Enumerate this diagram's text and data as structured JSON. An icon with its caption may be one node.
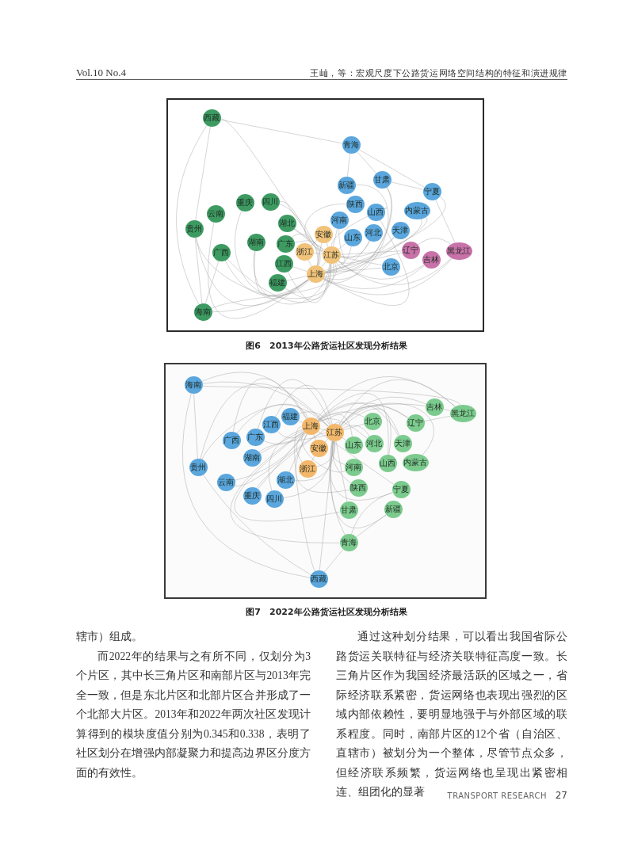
{
  "diagram": {
    "nodes": [
      {
        "text": [
          "西藏"
        ]
      },
      {
        "text": [
          "青海"
        ]
      },
      {
        "text": [
          "甘肃"
        ]
      },
      {
        "text": [
          "新疆"
        ]
      },
      {
        "text": [
          "宁夏"
        ]
      },
      {
        "text": [
          "四川"
        ]
      },
      {
        "text": [
          "重庆"
        ]
      },
      {
        "text": [
          "云南"
        ]
      },
      {
        "text": [
          "陕西"
        ]
      },
      {
        "text": [
          "山西"
        ]
      },
      {
        "text": [
          "内蒙古"
        ]
      },
      {
        "text": [
          "湖北"
        ]
      },
      {
        "text": [
          "河南"
        ]
      },
      {
        "text": [
          "贵州"
        ]
      },
      {
        "text": [
          "山东"
        ]
      },
      {
        "text": [
          "河北"
        ]
      },
      {
        "text": [
          "天津"
        ]
      },
      {
        "text": [
          "湖南"
        ]
      },
      {
        "text": [
          "广东"
        ]
      },
      {
        "text": [
          "安徽"
        ]
      },
      {
        "text": [
          "浙江"
        ]
      },
      {
        "text": [
          "江苏"
        ]
      },
      {
        "text": [
          "广西"
        ]
      },
      {
        "text": [
          "辽宁"
        ]
      },
      {
        "text": [
          "吉林"
        ]
      },
      {
        "text": [
          "黑龙江"
        ]
      },
      {
        "text": [
          "江西"
        ]
      },
      {
        "text": [
          "上海"
        ]
      },
      {
        "text": [
          "北京"
        ]
      },
      {
        "text": [
          "福建"
        ]
      },
      {
        "text": [
          "海南"
        ]
      },
      {
        "text": [
          "海南"
        ]
      },
      {
        "text": [
          "吉林"
        ]
      },
      {
        "text": [
          "黑龙江"
        ]
      },
      {
        "text": [
          "福建"
        ]
      },
      {
        "text": [
          "江西"
        ]
      },
      {
        "text": [
          "北京"
        ]
      },
      {
        "text": [
          "辽宁"
        ]
      },
      {
        "text": [
          "上海"
        ]
      },
      {
        "text": [
          "安徽"
        ]
      },
      {
        "text": [
          "江苏"
        ]
      },
      {
        "text": [
          "广西"
        ]
      },
      {
        "text": [
          "广东"
        ]
      },
      {
        "text": [
          "山东"
        ]
      },
      {
        "text": [
          "河北"
        ]
      },
      {
        "text": [
          "天津"
        ]
      },
      {
        "text": [
          "浙江"
        ]
      },
      {
        "text": [
          "湖南"
        ]
      },
      {
        "text": [
          "内蒙古"
        ]
      },
      {
        "text": [
          "贵州"
        ]
      },
      {
        "text": [
          "湖北"
        ]
      },
      {
        "text": [
          "河南"
        ]
      },
      {
        "text": [
          "山西"
        ]
      },
      {
        "text": [
          "陕西"
        ]
      },
      {
        "text": [
          "云南"
        ]
      },
      {
        "text": [
          "重庆"
        ]
      },
      {
        "text": [
          "四川"
        ]
      },
      {
        "text": [
          "宁夏"
        ]
      },
      {
        "text": [
          "甘肃"
        ]
      },
      {
        "text": [
          "新疆"
        ]
      },
      {
        "text": [
          "青海"
        ]
      },
      {
        "text": [
          "西藏"
        ]
      }
    ],
    "edges": [
      {
        "from": 0,
        "to": 21,
        "arrow": "none"
      },
      {
        "from": 2,
        "to": 27,
        "arrow": "none"
      },
      {
        "from": 2,
        "to": 21,
        "arrow": "none"
      },
      {
        "from": 3,
        "to": 27,
        "arrow": "none"
      },
      {
        "from": 4,
        "to": 27,
        "arrow": "none"
      },
      {
        "from": 5,
        "to": 27,
        "arrow": "none"
      },
      {
        "from": 5,
        "to": 21,
        "arrow": "none"
      },
      {
        "from": 6,
        "to": 27,
        "arrow": "none"
      },
      {
        "from": 7,
        "to": 27,
        "arrow": "none"
      },
      {
        "from": 8,
        "to": 21,
        "arrow": "none"
      },
      {
        "from": 9,
        "to": 27,
        "arrow": "none"
      },
      {
        "from": 9,
        "to": 21,
        "arrow": "none"
      },
      {
        "from": 10,
        "to": 27,
        "arrow": "none"
      },
      {
        "from": 10,
        "to": 21,
        "arrow": "none"
      },
      {
        "from": 11,
        "to": 27,
        "arrow": "none"
      },
      {
        "from": 11,
        "to": 21,
        "arrow": "none"
      },
      {
        "from": 12,
        "to": 27,
        "arrow": "none"
      },
      {
        "from": 12,
        "to": 21,
        "arrow": "none"
      },
      {
        "from": 13,
        "to": 27,
        "arrow": "none"
      },
      {
        "from": 13,
        "to": 21,
        "arrow": "none"
      },
      {
        "from": 14,
        "to": 27,
        "arrow": "none"
      },
      {
        "from": 14,
        "to": 21,
        "arrow": "none"
      },
      {
        "from": 15,
        "to": 27,
        "arrow": "none"
      },
      {
        "from": 15,
        "to": 21,
        "arrow": "none"
      },
      {
        "from": 16,
        "to": 27,
        "arrow": "none"
      },
      {
        "from": 16,
        "to": 21,
        "arrow": "none"
      },
      {
        "from": 17,
        "to": 27,
        "arrow": "none"
      },
      {
        "from": 17,
        "to": 21,
        "arrow": "none"
      },
      {
        "from": 18,
        "to": 27,
        "arrow": "none"
      },
      {
        "from": 18,
        "to": 21,
        "arrow": "none"
      },
      {
        "from": 22,
        "to": 27,
        "arrow": "none"
      },
      {
        "from": 22,
        "to": 21,
        "arrow": "none"
      },
      {
        "from": 23,
        "to": 27,
        "arrow": "none"
      },
      {
        "from": 23,
        "to": 21,
        "arrow": "none"
      },
      {
        "from": 24,
        "to": 27,
        "arrow": "none"
      },
      {
        "from": 24,
        "to": 21,
        "arrow": "none"
      },
      {
        "from": 25,
        "to": 27,
        "arrow": "none"
      },
      {
        "from": 25,
        "to": 21,
        "arrow": "none"
      },
      {
        "from": 26,
        "to": 27,
        "arrow": "none"
      },
      {
        "from": 26,
        "to": 21,
        "arrow": "none"
      },
      {
        "from": 28,
        "to": 27,
        "arrow": "none"
      },
      {
        "from": 28,
        "to": 21,
        "arrow": "none"
      },
      {
        "from": 29,
        "to": 27,
        "arrow": "none"
      },
      {
        "from": 29,
        "to": 21,
        "arrow": "none"
      },
      {
        "from": 30,
        "to": 27,
        "arrow": "none"
      },
      {
        "from": 30,
        "to": 21,
        "arrow": "none"
      },
      {
        "from": 19,
        "to": 20,
        "arrow": "none"
      },
      {
        "from": 19,
        "to": 21,
        "arrow": "none"
      },
      {
        "from": 19,
        "to": 27,
        "arrow": "none"
      },
      {
        "from": 20,
        "to": 21,
        "arrow": "none"
      },
      {
        "from": 20,
        "to": 27,
        "arrow": "none"
      },
      {
        "from": 21,
        "to": 27,
        "arrow": "none"
      },
      {
        "from": 0,
        "to": 1,
        "arrow": "none"
      },
      {
        "from": 0,
        "to": 13,
        "arrow": "none"
      },
      {
        "from": 0,
        "to": 30,
        "arrow": "none"
      },
      {
        "from": 30,
        "to": 13,
        "arrow": "none"
      },
      {
        "from": 30,
        "to": 22,
        "arrow": "none"
      },
      {
        "from": 1,
        "to": 4,
        "arrow": "none"
      },
      {
        "from": 1,
        "to": 2,
        "arrow": "none"
      },
      {
        "from": 1,
        "to": 3,
        "arrow": "none"
      },
      {
        "from": 2,
        "to": 4,
        "arrow": "none"
      },
      {
        "from": 25,
        "to": 4,
        "arrow": "none"
      },
      {
        "from": 25,
        "to": 23,
        "arrow": "none"
      },
      {
        "from": 31,
        "to": 38,
        "arrow": "none"
      },
      {
        "from": 31,
        "to": 40,
        "arrow": "none"
      },
      {
        "from": 32,
        "to": 38,
        "arrow": "none"
      },
      {
        "from": 32,
        "to": 40,
        "arrow": "none"
      },
      {
        "from": 33,
        "to": 38,
        "arrow": "none"
      },
      {
        "from": 33,
        "to": 40,
        "arrow": "none"
      },
      {
        "from": 34,
        "to": 38,
        "arrow": "none"
      },
      {
        "from": 34,
        "to": 40,
        "arrow": "none"
      },
      {
        "from": 35,
        "to": 38,
        "arrow": "none"
      },
      {
        "from": 35,
        "to": 40,
        "arrow": "none"
      },
      {
        "from": 36,
        "to": 38,
        "arrow": "none"
      },
      {
        "from": 36,
        "to": 40,
        "arrow": "none"
      },
      {
        "from": 37,
        "to": 38,
        "arrow": "none"
      },
      {
        "from": 37,
        "to": 40,
        "arrow": "none"
      },
      {
        "from": 41,
        "to": 38,
        "arrow": "none"
      },
      {
        "from": 41,
        "to": 40,
        "arrow": "none"
      },
      {
        "from": 42,
        "to": 38,
        "arrow": "none"
      },
      {
        "from": 42,
        "to": 40,
        "arrow": "none"
      },
      {
        "from": 43,
        "to": 38,
        "arrow": "none"
      },
      {
        "from": 43,
        "to": 40,
        "arrow": "none"
      },
      {
        "from": 44,
        "to": 38,
        "arrow": "none"
      },
      {
        "from": 44,
        "to": 40,
        "arrow": "none"
      },
      {
        "from": 45,
        "to": 38,
        "arrow": "none"
      },
      {
        "from": 45,
        "to": 40,
        "arrow": "none"
      },
      {
        "from": 47,
        "to": 38,
        "arrow": "none"
      },
      {
        "from": 47,
        "to": 40,
        "arrow": "none"
      },
      {
        "from": 48,
        "to": 40,
        "arrow": "none"
      },
      {
        "from": 49,
        "to": 38,
        "arrow": "none"
      },
      {
        "from": 49,
        "to": 40,
        "arrow": "none"
      },
      {
        "from": 50,
        "to": 38,
        "arrow": "none"
      },
      {
        "from": 50,
        "to": 40,
        "arrow": "none"
      },
      {
        "from": 51,
        "to": 38,
        "arrow": "none"
      },
      {
        "from": 51,
        "to": 40,
        "arrow": "none"
      },
      {
        "from": 52,
        "to": 38,
        "arrow": "none"
      },
      {
        "from": 52,
        "to": 40,
        "arrow": "none"
      },
      {
        "from": 53,
        "to": 38,
        "arrow": "none"
      },
      {
        "from": 53,
        "to": 40,
        "arrow": "none"
      },
      {
        "from": 54,
        "to": 38,
        "arrow": "none"
      },
      {
        "from": 54,
        "to": 40,
        "arrow": "none"
      },
      {
        "from": 55,
        "to": 38,
        "arrow": "none"
      },
      {
        "from": 55,
        "to": 40,
        "arrow": "none"
      },
      {
        "from": 56,
        "to": 38,
        "arrow": "none"
      },
      {
        "from": 56,
        "to": 40,
        "arrow": "none"
      },
      {
        "from": 57,
        "to": 38,
        "arrow": "none"
      },
      {
        "from": 57,
        "to": 40,
        "arrow": "none"
      },
      {
        "from": 58,
        "to": 38,
        "arrow": "none"
      },
      {
        "from": 58,
        "to": 40,
        "arrow": "none"
      },
      {
        "from": 59,
        "to": 40,
        "arrow": "none"
      },
      {
        "from": 60,
        "to": 38,
        "arrow": "none"
      },
      {
        "from": 60,
        "to": 40,
        "arrow": "none"
      },
      {
        "from": 61,
        "to": 38,
        "arrow": "none"
      },
      {
        "from": 61,
        "to": 40,
        "arrow": "none"
      },
      {
        "from": 38,
        "to": 39,
        "arrow": "none"
      },
      {
        "from": 38,
        "to": 40,
        "arrow": "none"
      },
      {
        "from": 38,
        "to": 46,
        "arrow": "none"
      },
      {
        "from": 39,
        "to": 40,
        "arrow": "none"
      },
      {
        "from": 39,
        "to": 46,
        "arrow": "none"
      },
      {
        "from": 40,
        "to": 46,
        "arrow": "none"
      },
      {
        "from": 61,
        "to": 60,
        "arrow": "none"
      },
      {
        "from": 61,
        "to": 49,
        "arrow": "none"
      },
      {
        "from": 61,
        "to": 31,
        "arrow": "none"
      },
      {
        "from": 31,
        "to": 49,
        "arrow": "none"
      },
      {
        "from": 31,
        "to": 33,
        "arrow": "none"
      },
      {
        "from": 60,
        "to": 57,
        "arrow": "none"
      },
      {
        "from": 60,
        "to": 59,
        "arrow": "none"
      },
      {
        "from": 33,
        "to": 37,
        "arrow": "none"
      },
      {
        "from": 32,
        "to": 33,
        "arrow": "none"
      }
    ],
    "labels": [
      "Vol.10 No.4",
      "王屾，等：宏观尺度下公路货运网络空间结构的特征和演进规律",
      "图6　2013年公路货运社区发现分析结果",
      "图7　2022年公路货运社区发现分析结果",
      "辖市）组成。",
      "而2022年的结果与之有所不同，仅划分为3个片区，其中长三角片区和南部片区与2013年完全一致，但是东北片区和北部片区合并形成了一个北部大片区。2013年和2022年两次社区发现计算得到的模块度值分别为0.345和0.338，表明了社区划分在增强内部凝聚力和提高边界区分度方面的有效性。",
      "通过这种划分结果，可以看出我国省际公路货运关联特征与经济关联特征高度一致。长三角片区作为我国经济最活跃的区域之一，省际经济联系紧密，货运网络也表现出强烈的区域内部依赖性，要明显地强于与外部区域的联系程度。同时，南部片区的12个省（自治区、直辖市）被划分为一个整体，尽管节点众多，但经济联系频繁，货运网络也呈现出紧密相连、组团化的显著",
      "TRANSPORT RESEARCH",
      "27"
    ]
  }
}
